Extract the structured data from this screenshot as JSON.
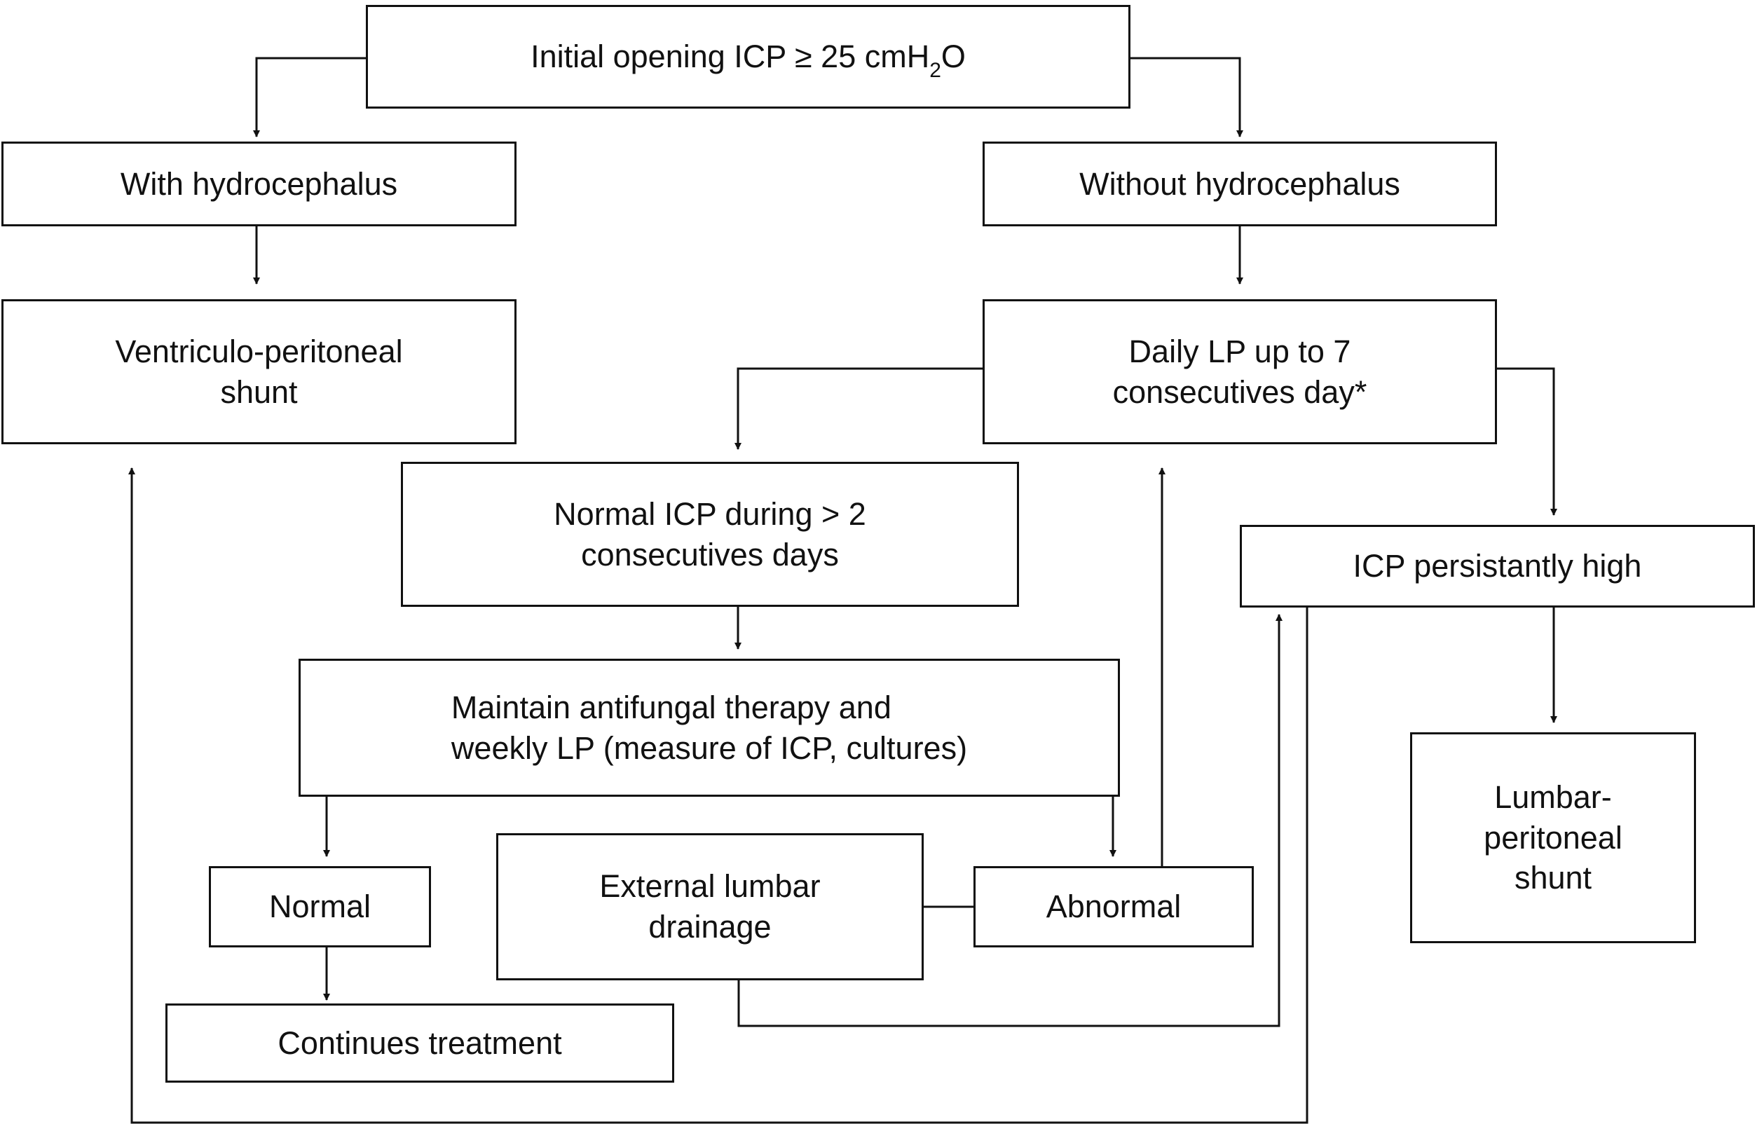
{
  "nodes": {
    "initial": {
      "prefix": "Initial opening ICP ≥ 25 cmH",
      "subscript": "2",
      "suffix": "O"
    },
    "with_hydro": {
      "lines": [
        "With hydrocephalus"
      ]
    },
    "without_hydro": {
      "lines": [
        "Without hydrocephalus"
      ]
    },
    "vp_shunt": {
      "lines": [
        "Ventriculo-peritoneal",
        "shunt"
      ]
    },
    "daily_lp": {
      "lines": [
        "Daily LP up to 7",
        "consecutives day*"
      ]
    },
    "normal_icp": {
      "lines": [
        "Normal ICP during > 2",
        "consecutives days"
      ]
    },
    "icp_high": {
      "lines": [
        "ICP persistantly high"
      ]
    },
    "maintain": {
      "lines": [
        "Maintain antifungal therapy and",
        "weekly LP (measure of ICP, cultures)"
      ]
    },
    "normal": {
      "lines": [
        "Normal"
      ]
    },
    "external": {
      "lines": [
        "External lumbar",
        "drainage"
      ]
    },
    "abnormal": {
      "lines": [
        "Abnormal"
      ]
    },
    "lp_shunt": {
      "lines": [
        "Lumbar-",
        "peritoneal",
        "shunt"
      ]
    },
    "continues": {
      "lines": [
        "Continues treatment"
      ]
    }
  },
  "colors": {
    "line": "#111111",
    "background": "#ffffff"
  }
}
